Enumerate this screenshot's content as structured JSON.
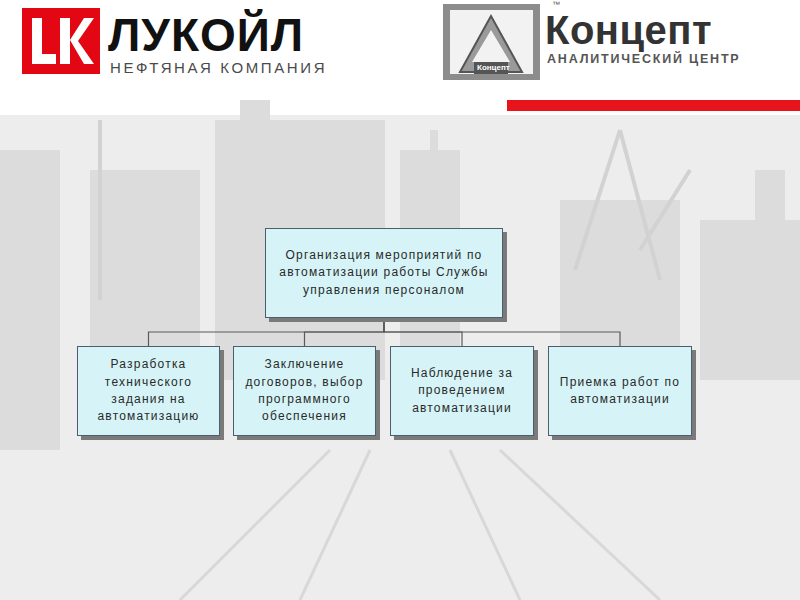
{
  "diagram": {
    "nodes": [
      {
        "text": [
          "Организация мероприятий по автоматизации работы Службы управления персоналом"
        ]
      },
      {
        "text": [
          "Разработка технического задания на автоматизацию"
        ]
      },
      {
        "text": [
          "Заключение договоров, выбор программного обеспечения"
        ]
      },
      {
        "text": [
          "Наблюдение за проведением автоматизации"
        ]
      },
      {
        "text": [
          "Приемка работ по автоматизации"
        ]
      }
    ],
    "edges": [
      {
        "from": 0,
        "to": 1,
        "arrow": "none"
      },
      {
        "from": 0,
        "to": 2,
        "arrow": "none"
      },
      {
        "from": 0,
        "to": 3,
        "arrow": "none"
      },
      {
        "from": 0,
        "to": 4,
        "arrow": "none"
      }
    ],
    "labels": [
      "ЛУКОЙЛ",
      "НЕФТЯНАЯ КОМПАНИЯ",
      "Концепт",
      "АНАЛИТИЧЕСКИЙ ЦЕНТР",
      "™",
      "Концепт"
    ]
  }
}
